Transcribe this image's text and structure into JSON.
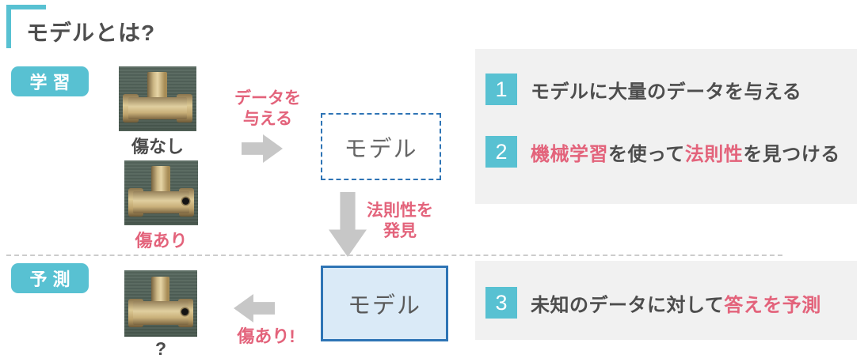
{
  "title": "モデルとは?",
  "colors": {
    "accent_teal": "#58c1d2",
    "highlight_pink": "#e3637b",
    "box_blue": "#2e74b5",
    "box_fill": "#daeaf7",
    "panel_gray": "#f1f1f1"
  },
  "learning": {
    "badge": "学習",
    "sample_no_defect_label": "傷なし",
    "sample_defect_label": "傷あり",
    "give_data_lines": [
      "データを",
      "与える"
    ],
    "model_box_label": "モデル",
    "discover_lines": [
      "法則性を",
      "発見"
    ]
  },
  "prediction": {
    "badge": "予測",
    "sample_unknown_label": "?",
    "result_label": "傷あり!",
    "model_box_label": "モデル"
  },
  "steps": [
    {
      "number": "1",
      "segments": [
        {
          "text": "モデルに大量のデータを与える",
          "highlight": false
        }
      ]
    },
    {
      "number": "2",
      "segments": [
        {
          "text": "機械学習",
          "highlight": true
        },
        {
          "text": "を使って",
          "highlight": false
        },
        {
          "text": "法則性",
          "highlight": true
        },
        {
          "text": "を見つける",
          "highlight": false
        }
      ]
    },
    {
      "number": "3",
      "segments": [
        {
          "text": "未知のデータに対して",
          "highlight": false
        },
        {
          "text": "答えを予測",
          "highlight": true
        }
      ]
    }
  ]
}
